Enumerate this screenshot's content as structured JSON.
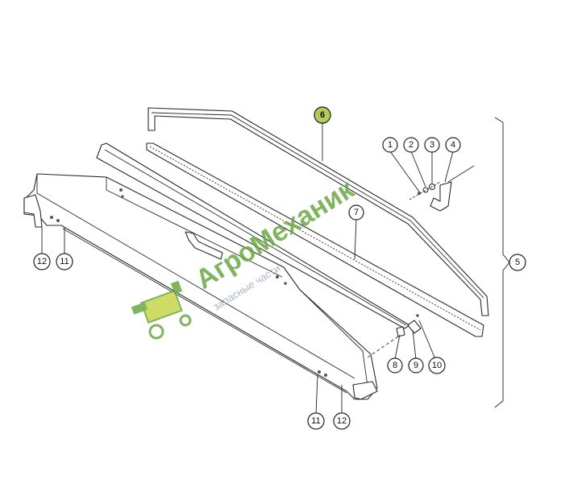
{
  "diagram": {
    "callouts": [
      {
        "id": "1",
        "label": "1"
      },
      {
        "id": "2",
        "label": "2"
      },
      {
        "id": "3",
        "label": "3"
      },
      {
        "id": "4",
        "label": "4"
      },
      {
        "id": "5",
        "label": "5"
      },
      {
        "id": "6",
        "label": "6",
        "highlighted": true
      },
      {
        "id": "7",
        "label": "7"
      },
      {
        "id": "8",
        "label": "8"
      },
      {
        "id": "9",
        "label": "9"
      },
      {
        "id": "10",
        "label": "10"
      },
      {
        "id": "11a",
        "label": "11"
      },
      {
        "id": "12a",
        "label": "12"
      },
      {
        "id": "11b",
        "label": "11"
      },
      {
        "id": "12b",
        "label": "12"
      }
    ],
    "highlight_color": "#b5cc5a"
  },
  "watermark": {
    "brand": "АгроМеханик",
    "tagline": "запасные части",
    "color": "#6aa844"
  }
}
